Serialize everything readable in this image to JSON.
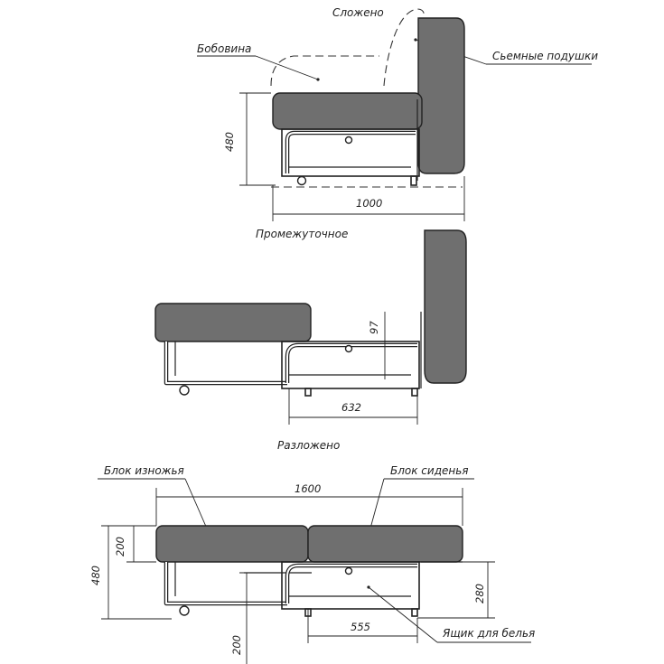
{
  "top_view": {
    "title": "Сложено",
    "label_side": "Бобовина",
    "label_cushions": "Сьемные подушки",
    "dim_height": "480",
    "dim_depth": "1000"
  },
  "middle_view": {
    "title": "Промежуточное",
    "dim_gap": "97",
    "dim_depth": "632"
  },
  "bottom_view": {
    "title": "Разложено",
    "label_leg_block": "Блок изножья",
    "label_seat_block": "Блок сиденья",
    "label_drawer": "Ящик для белья",
    "dim_length": "1600",
    "dim_cushion": "200",
    "dim_height": "480",
    "dim_drawer_depth": "555",
    "dim_drawer_height": "280",
    "dim_floor": "200"
  }
}
